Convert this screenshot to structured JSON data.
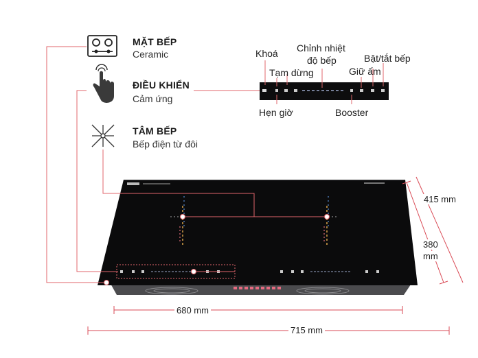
{
  "features": [
    {
      "title": "MẶT BẾP",
      "subtitle": "Ceramic",
      "icon": "gas-stove-icon"
    },
    {
      "title": "ĐIỀU KHIỂN",
      "subtitle": "Cảm ứng",
      "icon": "touch-hand-icon"
    },
    {
      "title": "TÂM BẾP",
      "subtitle": "Bếp điện từ đôi",
      "icon": "induction-burst-icon"
    }
  ],
  "control_callouts": {
    "lock": "Khoá",
    "pause": "Tạm dừng",
    "temperature_line1": "Chỉnh nhiệt",
    "temperature_line2": "độ bếp",
    "keep_warm": "Giữ ấm",
    "power": "Bật/tắt bếp",
    "timer": "Hẹn giờ",
    "booster": "Booster"
  },
  "dimensions": {
    "depth_outer": "415 mm",
    "depth_inner_line1": "380",
    "depth_inner_line2": "mm",
    "width_inner": "680 mm",
    "width_outer": "715 mm"
  },
  "colors": {
    "callout_line": "#e0666b",
    "cooktop_glass": "#0b0b0c",
    "cooktop_base": "#4b4b4e",
    "dimension_line": "#d94a55"
  }
}
